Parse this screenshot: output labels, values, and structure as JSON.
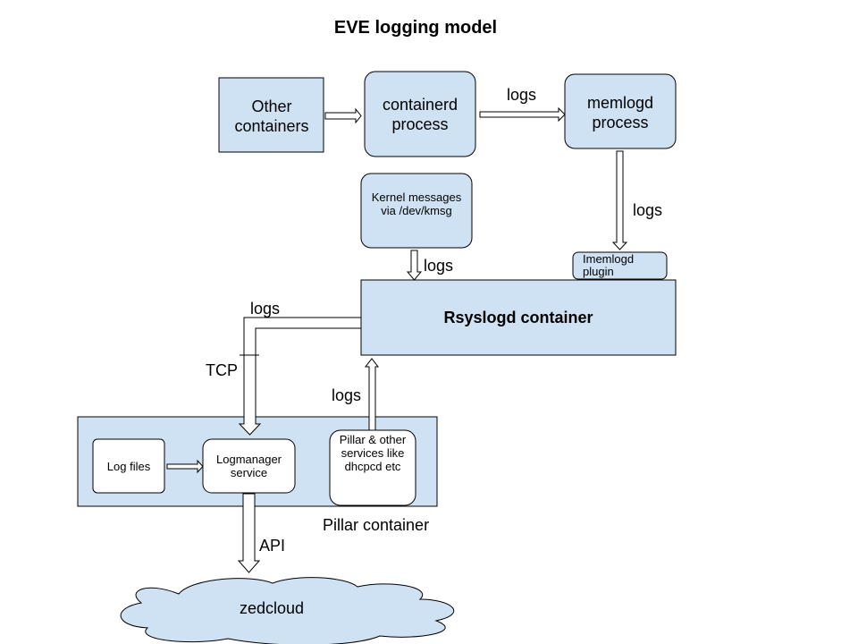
{
  "title": "EVE logging model",
  "nodes": {
    "other_containers": "Other containers",
    "containerd": "containerd process",
    "memlogd": "memlogd process",
    "kernel": "Kernel messages via /dev/kmsg",
    "imemlogd": "Imemlogd plugin",
    "rsyslogd": "Rsyslogd container",
    "log_files": "Log files",
    "logmanager": "Logmanager service",
    "pillar_services": "Pillar & other services like dhcpcd etc",
    "pillar_container": "Pillar container",
    "zedcloud": "zedcloud"
  },
  "edges": {
    "containerd_to_memlogd": "logs",
    "memlogd_to_imemlogd": "logs",
    "kernel_to_rsyslogd": "logs",
    "rsyslogd_to_logmanager": "logs",
    "rsyslogd_to_logmanager_protocol": "TCP",
    "pillar_to_rsyslogd": "logs",
    "logmanager_to_zedcloud": "API"
  },
  "colors": {
    "box_fill": "#cfe2f3",
    "box_stroke": "#000000",
    "white_fill": "#ffffff"
  }
}
